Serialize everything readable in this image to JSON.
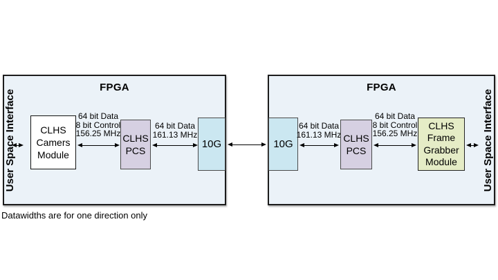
{
  "fpga_left": {
    "title": "FPGA",
    "user_space_interface": "User Space Interface",
    "camera_module_lines": [
      "CLHS",
      "Camers",
      "Module"
    ],
    "link_camera_pcs_lines": [
      "64 bit Data",
      "8 bit Control",
      "156.25 MHz"
    ],
    "pcs_lines": [
      "CLHS",
      "PCS"
    ],
    "link_pcs_10g_lines": [
      "64 bit Data",
      "161.13 MHz"
    ],
    "tengig_label": "10G"
  },
  "fpga_right": {
    "title": "FPGA",
    "tengig_label": "10G",
    "link_10g_pcs_lines": [
      "64 bit Data",
      "161.13 MHz"
    ],
    "pcs_lines": [
      "CLHS",
      "PCS"
    ],
    "link_pcs_grabber_lines": [
      "64 bit Data",
      "8 bit Control",
      "156.25 MHz"
    ],
    "frame_grabber_lines": [
      "CLHS",
      "Frame",
      "Grabber",
      "Module"
    ],
    "user_space_interface": "User Space Interface"
  },
  "caption": "Datawidths are for one direction only",
  "colors": {
    "fpga_fill": "#ebf2f8",
    "tengig_fill": "#cbe7f1",
    "pcs_fill": "#d6d0e2",
    "frame_grabber_fill": "#e5ecc6",
    "camera_module_fill": "#ffffff",
    "border": "#1c1c1c"
  }
}
